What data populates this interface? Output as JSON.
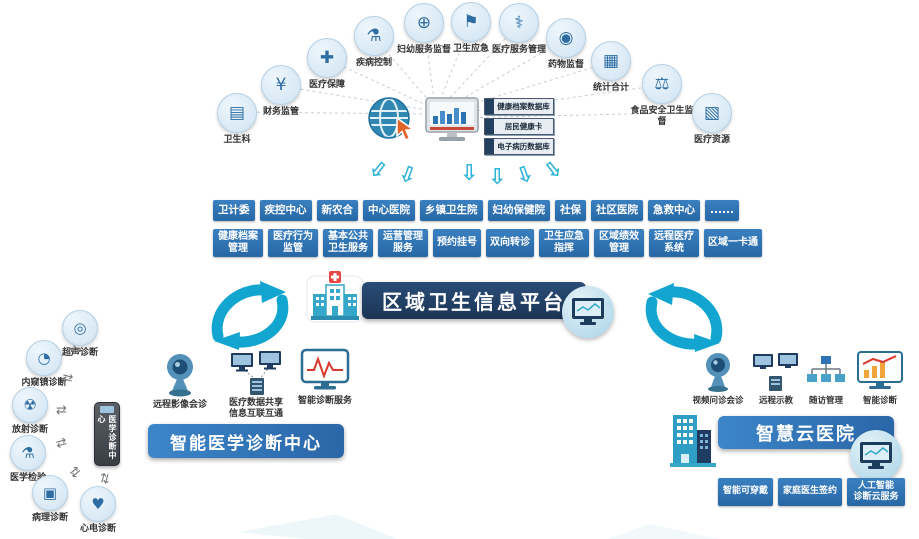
{
  "colors": {
    "teal": "#12a5cf",
    "button_blue": "#2e74b5",
    "navy": "#1f3b60",
    "orange": "#e2642b"
  },
  "decor": {
    "down_arrow": "⇩",
    "exchange_arrow": "⇄"
  },
  "top_icons": [
    {
      "label": "卫生科",
      "glyph": "▤"
    },
    {
      "label": "财务监管",
      "glyph": "¥"
    },
    {
      "label": "医疗保障",
      "glyph": "✚"
    },
    {
      "label": "疾病控制",
      "glyph": "⚗"
    },
    {
      "label": "妇幼服务监督",
      "glyph": "⊕"
    },
    {
      "label": "卫生应急",
      "glyph": "⚑"
    },
    {
      "label": "医疗服务管理",
      "glyph": "⚕"
    },
    {
      "label": "药物监督",
      "glyph": "◉"
    },
    {
      "label": "统计合计",
      "glyph": "▦"
    },
    {
      "label": "食品安全卫生监督",
      "glyph": "⚖"
    },
    {
      "label": "医疗资源",
      "glyph": "▧"
    }
  ],
  "hub": {
    "db_boxes": [
      "健康档案数据库",
      "居民健康卡",
      "电子病历数据库"
    ]
  },
  "org_row": [
    "卫计委",
    "疾控中心",
    "新农合",
    "中心医院",
    "乡镇卫生院",
    "妇幼保健院",
    "社保",
    "社区医院",
    "急救中心",
    "......"
  ],
  "service_row": [
    "健康档案管理",
    "医疗行为监管",
    "基本公共卫生服务",
    "运营管理服务",
    "预约挂号",
    "双向转诊",
    "卫生应急指挥",
    "区域绩效管理",
    "远程医疗系统",
    "区域一卡通"
  ],
  "center_banner": {
    "title": "区域卫生信息平台"
  },
  "left_cluster": {
    "device_label": "医学诊断中心",
    "nodes": [
      {
        "label": "超声诊断",
        "glyph": "◎"
      },
      {
        "label": "内窥镜诊断",
        "glyph": "◔"
      },
      {
        "label": "放射诊断",
        "glyph": "☢"
      },
      {
        "label": "医学检验",
        "glyph": "⚗"
      },
      {
        "label": "病理诊断",
        "glyph": "▣"
      },
      {
        "label": "心电诊断",
        "glyph": "♥"
      }
    ]
  },
  "left_services": [
    {
      "label": "远程影像会诊"
    },
    {
      "line1": "医疗数据共享",
      "line2": "信息互联互通"
    },
    {
      "label": "智能诊断服务"
    }
  ],
  "left_banner": {
    "title": "智能医学诊断中心"
  },
  "right_services": [
    "视频问诊会诊",
    "远程示教",
    "随访管理",
    "智能诊断"
  ],
  "right_banner": {
    "title": "智慧云医院"
  },
  "right_buttons": [
    "智能可穿戴",
    "家庭医生签约",
    "人工智能 诊断云服务"
  ]
}
